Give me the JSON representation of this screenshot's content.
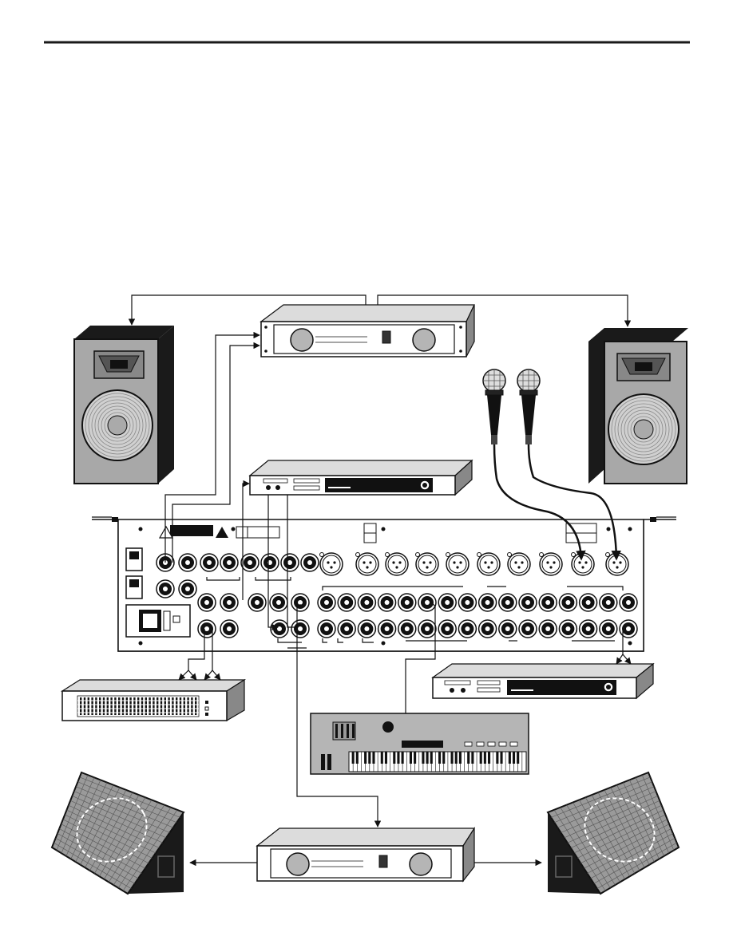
{
  "page": {
    "background": "#ffffff",
    "rule_color": "#1a1a1a"
  },
  "colors": {
    "ink": "#111111",
    "cabinet_face": "#a8a8a8",
    "cabinet_side": "#1a1a1a",
    "panel_grey": "#c8c8c8",
    "panel_dark": "#6a6a6a",
    "keyboard_body": "#b5b5b5",
    "wedge_grille": "#9a9a9a",
    "white": "#ffffff"
  },
  "diagram": {
    "devices": [
      {
        "id": "main-speaker-left",
        "kind": "speaker-cabinet-icon"
      },
      {
        "id": "main-speaker-right",
        "kind": "speaker-cabinet-icon"
      },
      {
        "id": "main-power-amp",
        "kind": "power-amplifier-icon"
      },
      {
        "id": "microphone-1",
        "kind": "microphone-icon"
      },
      {
        "id": "microphone-2",
        "kind": "microphone-icon"
      },
      {
        "id": "effects-processor-top",
        "kind": "rack-effects-unit-icon"
      },
      {
        "id": "mixer-rear-panel",
        "kind": "mixer-rear-panel-icon"
      },
      {
        "id": "graphic-equalizer",
        "kind": "graphic-equalizer-icon"
      },
      {
        "id": "effects-processor-right",
        "kind": "rack-effects-unit-icon"
      },
      {
        "id": "keyboard-synth",
        "kind": "keyboard-synthesizer-icon"
      },
      {
        "id": "monitor-power-amp",
        "kind": "power-amplifier-icon"
      },
      {
        "id": "stage-monitor-left",
        "kind": "floor-wedge-monitor-icon"
      },
      {
        "id": "stage-monitor-right",
        "kind": "floor-wedge-monitor-icon"
      }
    ],
    "connections": [
      {
        "from": "main-power-amp",
        "to": "main-speaker-left"
      },
      {
        "from": "main-power-amp",
        "to": "main-speaker-right"
      },
      {
        "from": "mixer-rear-panel",
        "to": "main-power-amp"
      },
      {
        "from": "mixer-rear-panel",
        "to": "effects-processor-top"
      },
      {
        "from": "microphone-1",
        "to": "mixer-rear-panel"
      },
      {
        "from": "microphone-2",
        "to": "mixer-rear-panel"
      },
      {
        "from": "mixer-rear-panel",
        "to": "graphic-equalizer"
      },
      {
        "from": "mixer-rear-panel",
        "to": "effects-processor-right"
      },
      {
        "from": "keyboard-synth",
        "to": "mixer-rear-panel"
      },
      {
        "from": "mixer-rear-panel",
        "to": "monitor-power-amp"
      },
      {
        "from": "monitor-power-amp",
        "to": "stage-monitor-left"
      },
      {
        "from": "monitor-power-amp",
        "to": "stage-monitor-right"
      }
    ]
  }
}
